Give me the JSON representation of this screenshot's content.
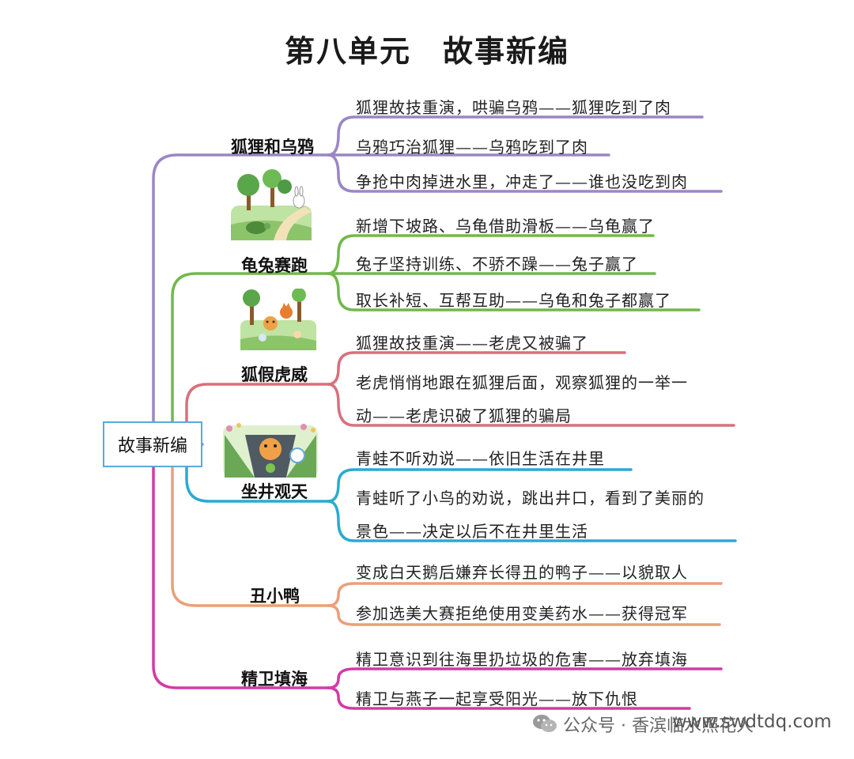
{
  "title": "第八单元　故事新编",
  "root": "故事新编",
  "colors": {
    "purple": "#9b86c5",
    "green": "#72b84a",
    "red": "#d9707c",
    "blue": "#2aaad2",
    "orange": "#eaa07a",
    "magenta": "#d23aa6",
    "rootBorder": "#5aa9d8"
  },
  "branches": [
    {
      "label": "狐狸和乌鸦",
      "color": "#9b86c5",
      "leaves": [
        [
          "狐狸故技重演，哄骗乌鸦——狐狸吃到了肉"
        ],
        [
          "乌鸦巧治狐狸——乌鸦吃到了肉"
        ],
        [
          "争抢中肉掉进水里，冲走了——谁也没吃到肉"
        ]
      ]
    },
    {
      "label": "龟兔赛跑",
      "color": "#72b84a",
      "leaves": [
        [
          "新增下坡路、乌龟借助滑板——乌龟赢了"
        ],
        [
          "兔子坚持训练、不骄不躁——兔子赢了"
        ],
        [
          "取长补短、互帮互助——乌龟和兔子都赢了"
        ]
      ]
    },
    {
      "label": "狐假虎威",
      "color": "#d9707c",
      "leaves": [
        [
          "狐狸故技重演——老虎又被骗了"
        ],
        [
          "老虎悄悄地跟在狐狸后面，观察狐狸的一举一",
          "动——老虎识破了狐狸的骗局"
        ]
      ]
    },
    {
      "label": "坐井观天",
      "color": "#2aaad2",
      "leaves": [
        [
          "青蛙不听劝说——依旧生活在井里"
        ],
        [
          "青蛙听了小鸟的劝说，跳出井口，看到了美丽的",
          "景色——决定以后不在井里生活"
        ]
      ]
    },
    {
      "label": "丑小鸭",
      "color": "#eaa07a",
      "leaves": [
        [
          "变成白天鹅后嫌弃长得丑的鸭子——以貌取人"
        ],
        [
          "参加选美大赛拒绝使用变美药水——获得冠军"
        ]
      ]
    },
    {
      "label": "精卫填海",
      "color": "#d23aa6",
      "leaves": [
        [
          "精卫意识到往海里扔垃圾的危害——放弃填海"
        ],
        [
          "精卫与燕子一起享受阳光——放下仇恨"
        ]
      ]
    }
  ],
  "watermark": "公众号 · 香滨临水照花人",
  "watermark_url": "www.swdtdq.com",
  "icons": {
    "wechat": "wechat-icon",
    "illustration_1": "tortoise-hare-illustration",
    "illustration_2": "fox-tiger-illustration",
    "illustration_3": "frog-well-illustration"
  }
}
